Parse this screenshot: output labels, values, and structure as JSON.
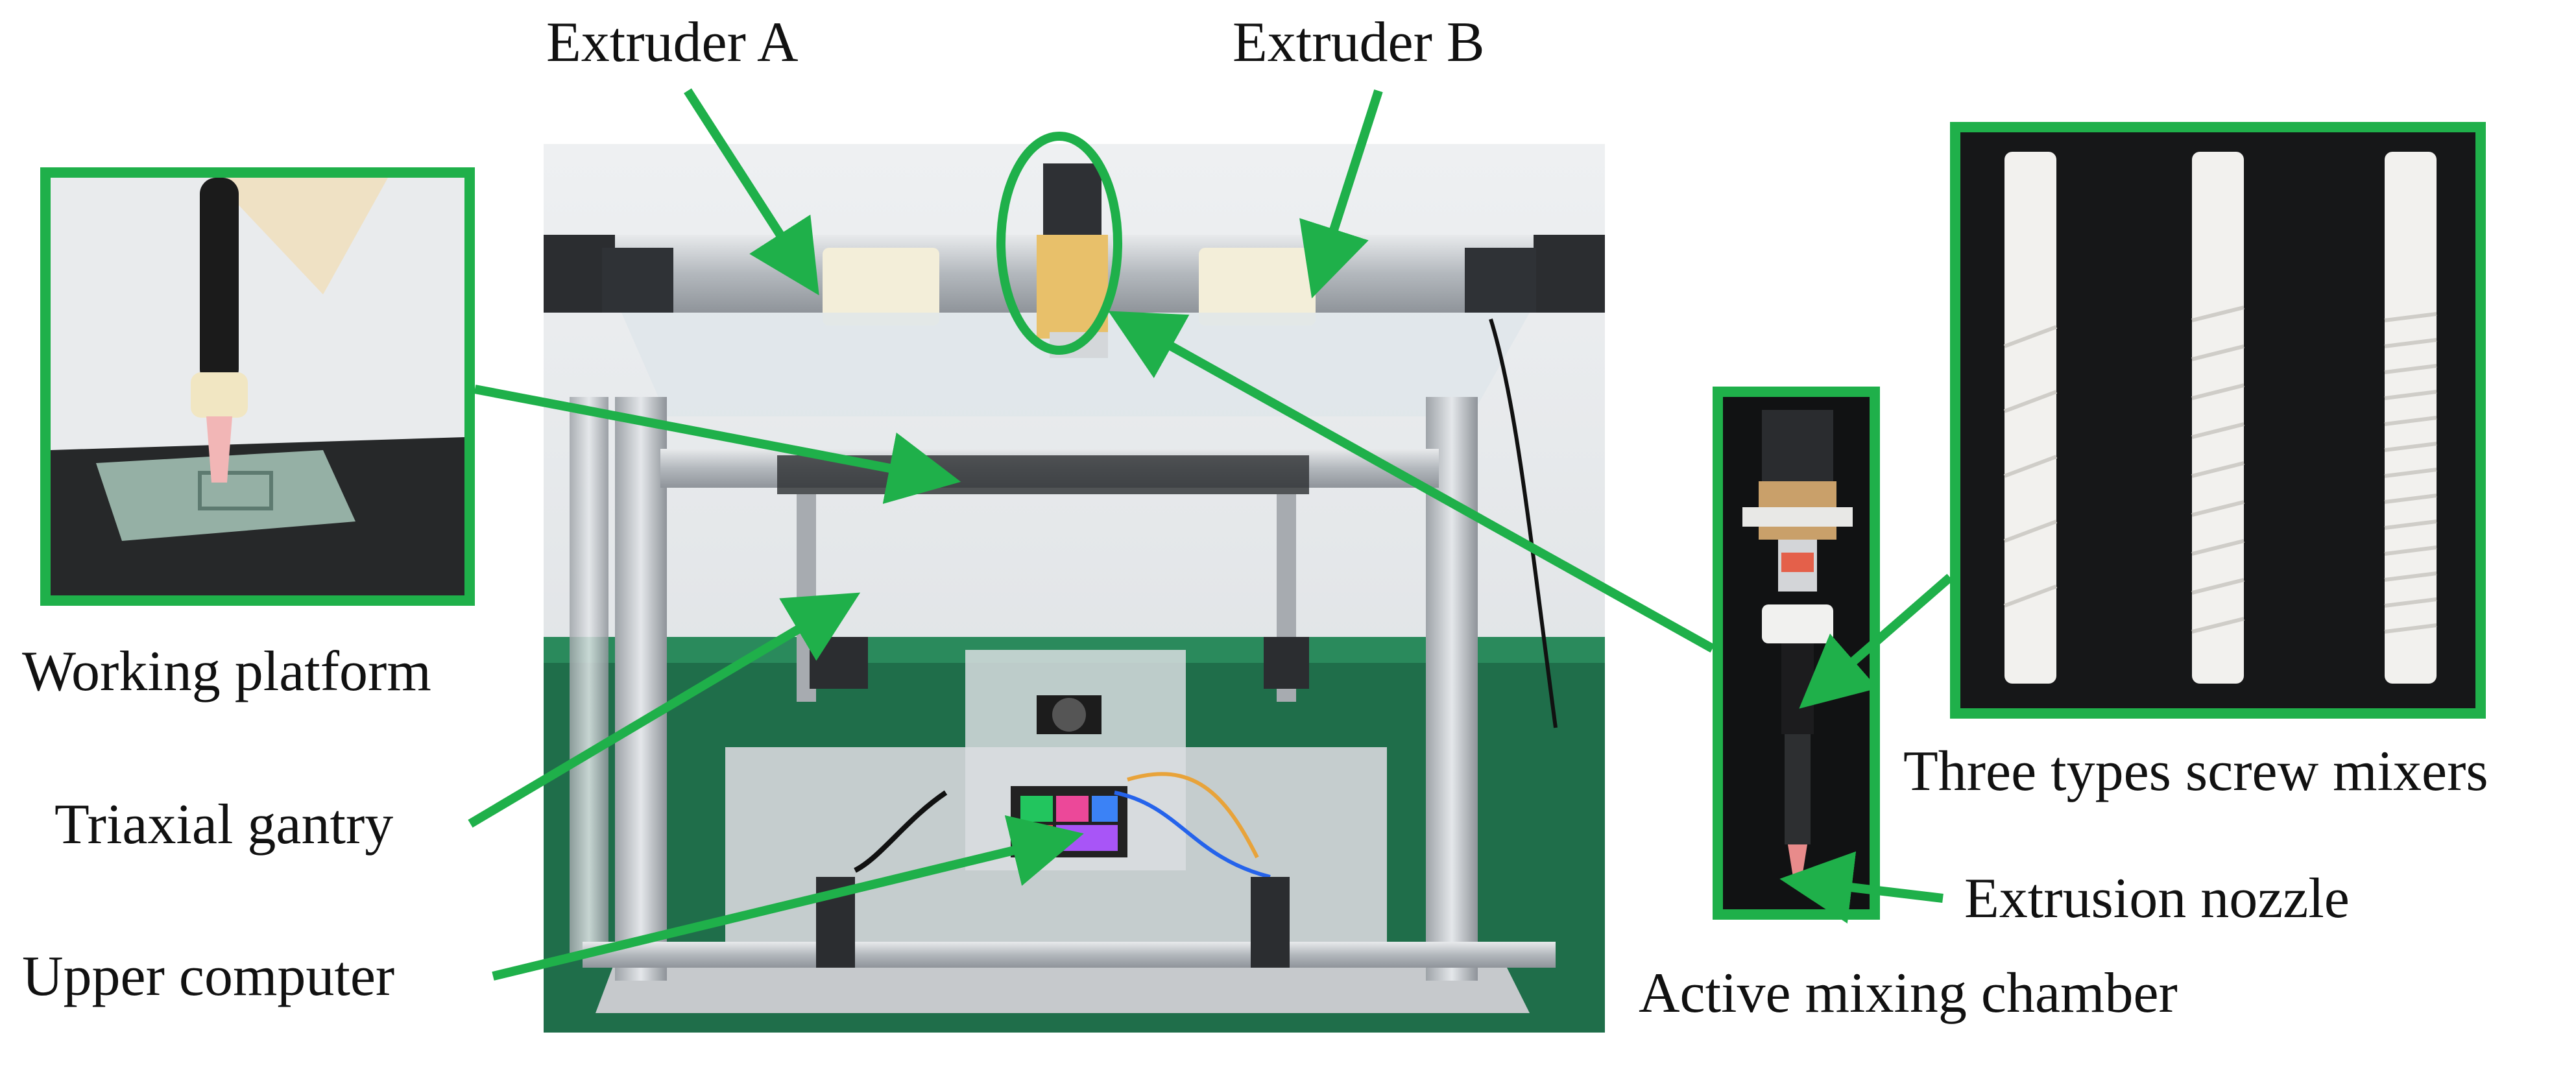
{
  "labels": {
    "extruder_a": "Extruder A",
    "extruder_b": "Extruder B",
    "working_platform": "Working platform",
    "triaxial_gantry": "Triaxial gantry",
    "upper_computer": "Upper computer",
    "three_types_screw_mixers": "Three types screw mixers",
    "extrusion_nozzle": "Extrusion nozzle",
    "active_mixing_chamber": "Active mixing chamber"
  },
  "colors": {
    "accent_green": "#1fb04a",
    "frame_silver": "#b9bdc1",
    "floor_green": "#1f6e4a",
    "mixer_white": "#f2f1ee"
  }
}
